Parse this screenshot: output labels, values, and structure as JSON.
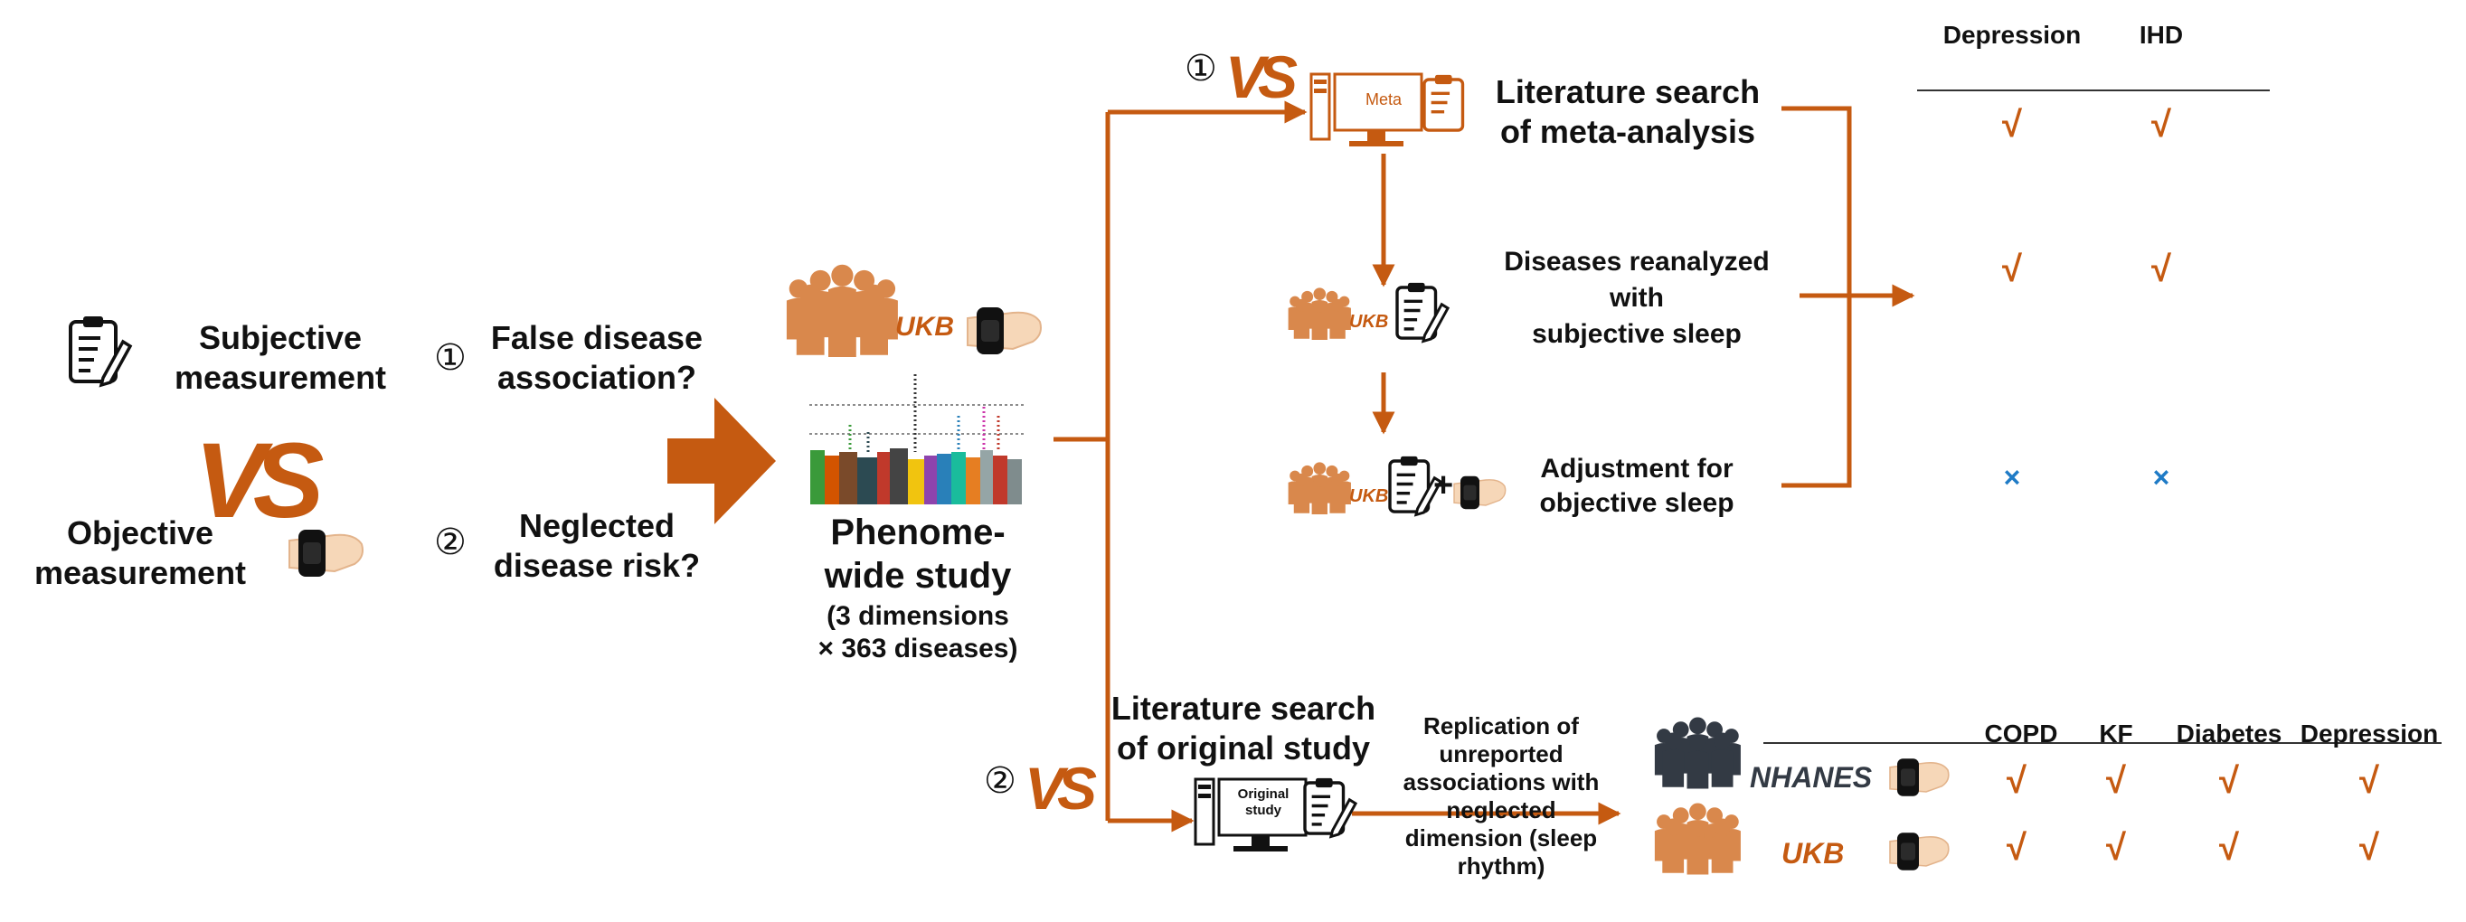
{
  "left": {
    "subjective": "Subjective\nmeasurement",
    "objective": "Objective\nmeasurement",
    "vs_label": "VS"
  },
  "questions": {
    "q1_num": "①",
    "q1": "False disease\nassociation?",
    "q2_num": "②",
    "q2": "Neglected\ndisease risk?"
  },
  "center": {
    "ukb": "UKB",
    "phenome": "Phenome-\nwide study",
    "phenome_sub": "(3 dimensions\n× 363 diseases)"
  },
  "branch1": {
    "num": "①",
    "vs": "VS",
    "meta_label": "Meta",
    "lit_search": "Literature search\nof meta-analysis",
    "reanalyzed": "Diseases reanalyzed\nwith\nsubjective sleep",
    "adjustment": "Adjustment for\nobjective sleep",
    "ukb_small": "UKB"
  },
  "table1": {
    "headers": [
      "Depression",
      "IHD"
    ],
    "rows": [
      [
        "√",
        "√"
      ],
      [
        "√",
        "√"
      ],
      [
        "×",
        "×"
      ]
    ]
  },
  "branch2": {
    "num": "②",
    "vs": "VS",
    "lit_search": "Literature search\nof original study",
    "original_label": "Original\nstudy",
    "replication": "Replication of\nunreported\nassociations with\nneglected\ndimension (sleep\nrhythm)"
  },
  "table2": {
    "headers": [
      "COPD",
      "KF",
      "Diabetes",
      "Depression"
    ],
    "rows": [
      {
        "label": "NHANES",
        "values": [
          "√",
          "√",
          "√",
          "√"
        ]
      },
      {
        "label": "UKB",
        "values": [
          "√",
          "√",
          "√",
          "√"
        ]
      }
    ]
  },
  "colors": {
    "accent": "#c55a11",
    "dark": "#333a44",
    "cross": "#1f7bc6"
  }
}
